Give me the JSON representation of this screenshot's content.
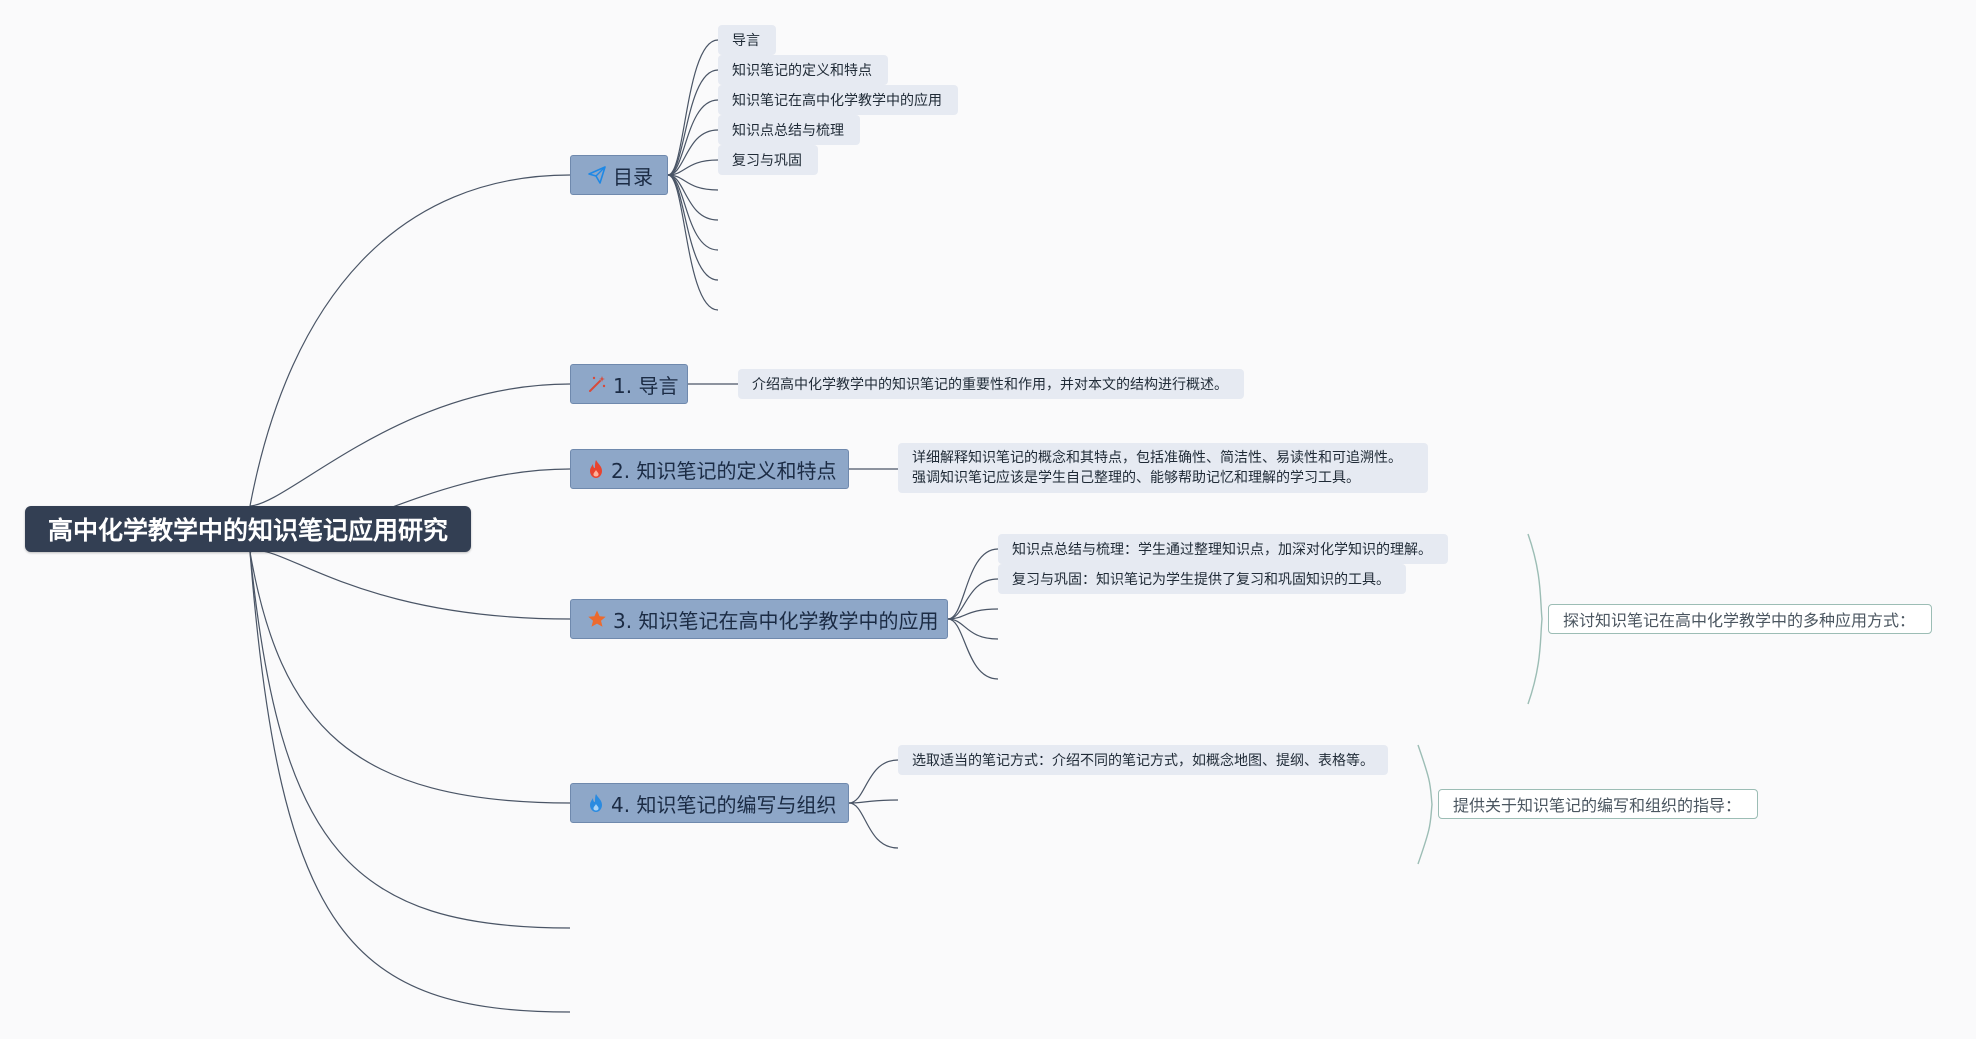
{
  "root": {
    "title": "高中化学教学中的知识笔记应用研究"
  },
  "toc": {
    "label": "目录",
    "icon": "paper-plane-icon",
    "items": [
      "导言",
      "知识笔记的定义和特点",
      "知识笔记在高中化学教学中的应用",
      "知识点总结与梳理",
      "复习与巩固"
    ]
  },
  "topics": [
    {
      "label": "1. 导言",
      "icon": "magic-wand-icon",
      "details": [
        "介绍高中化学教学中的知识笔记的重要性和作用，并对本文的结构进行概述。"
      ]
    },
    {
      "label": "2. 知识笔记的定义和特点",
      "icon": "fire-icon",
      "details": [
        "详细解释知识笔记的概念和其特点，包括准确性、简洁性、易读性和可追溯性。",
        "强调知识笔记应该是学生自己整理的、能够帮助记忆和理解的学习工具。"
      ]
    },
    {
      "label": "3. 知识笔记在高中化学教学中的应用",
      "icon": "star-icon",
      "items": [
        "知识点总结与梳理：学生通过整理知识点，加深对化学知识的理解。",
        "复习与巩固：知识笔记为学生提供了复习和巩固知识的工具。"
      ],
      "summary": "探讨知识笔记在高中化学教学中的多种应用方式："
    },
    {
      "label": "4. 知识笔记的编写与组织",
      "icon": "water-drop-icon",
      "items": [
        "选取适当的笔记方式：介绍不同的笔记方式，如概念地图、提纲、表格等。"
      ],
      "summary": "提供关于知识笔记的编写和组织的指导："
    }
  ],
  "colors": {
    "canvas": "#fafafb",
    "root": "#333f53",
    "topic": "#8ea7c8",
    "leaf": "#e6eaf2",
    "line": "#4a5566",
    "summary_brace": "#9cbdb5"
  }
}
